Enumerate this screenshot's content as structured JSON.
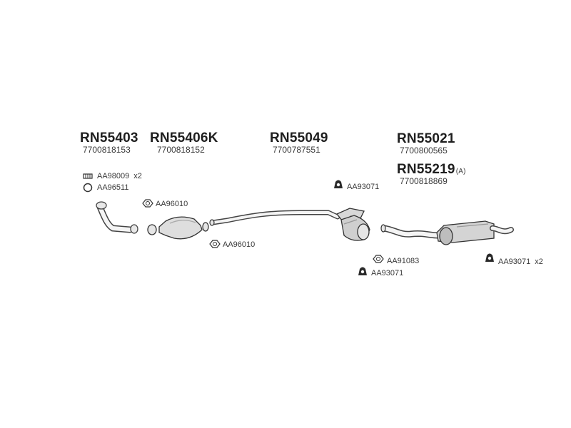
{
  "parts": [
    {
      "code": "RN55403",
      "number": "7700818153",
      "suffix": ""
    },
    {
      "code": "RN55406K",
      "number": "7700818152",
      "suffix": ""
    },
    {
      "code": "RN55049",
      "number": "7700787551",
      "suffix": ""
    },
    {
      "code": "RN55021",
      "number": "7700800565",
      "suffix": ""
    },
    {
      "code": "RN55219",
      "number": "7700818869",
      "suffix": "(A)"
    }
  ],
  "accessories": [
    {
      "code": "AA98009",
      "qty": "x2",
      "icon": "clamp-icon"
    },
    {
      "code": "AA96511",
      "qty": "",
      "icon": "ring-gasket-icon"
    },
    {
      "code": "AA96010",
      "qty": "",
      "icon": "flange-gasket-icon"
    },
    {
      "code": "AA96010",
      "qty": "",
      "icon": "flange-gasket-icon"
    },
    {
      "code": "AA93071",
      "qty": "",
      "icon": "rubber-mount-icon"
    },
    {
      "code": "AA91083",
      "qty": "",
      "icon": "flange-gasket-icon"
    },
    {
      "code": "AA93071",
      "qty": "",
      "icon": "rubber-mount-icon"
    },
    {
      "code": "AA93071",
      "qty": "x2",
      "icon": "rubber-mount-icon"
    }
  ]
}
